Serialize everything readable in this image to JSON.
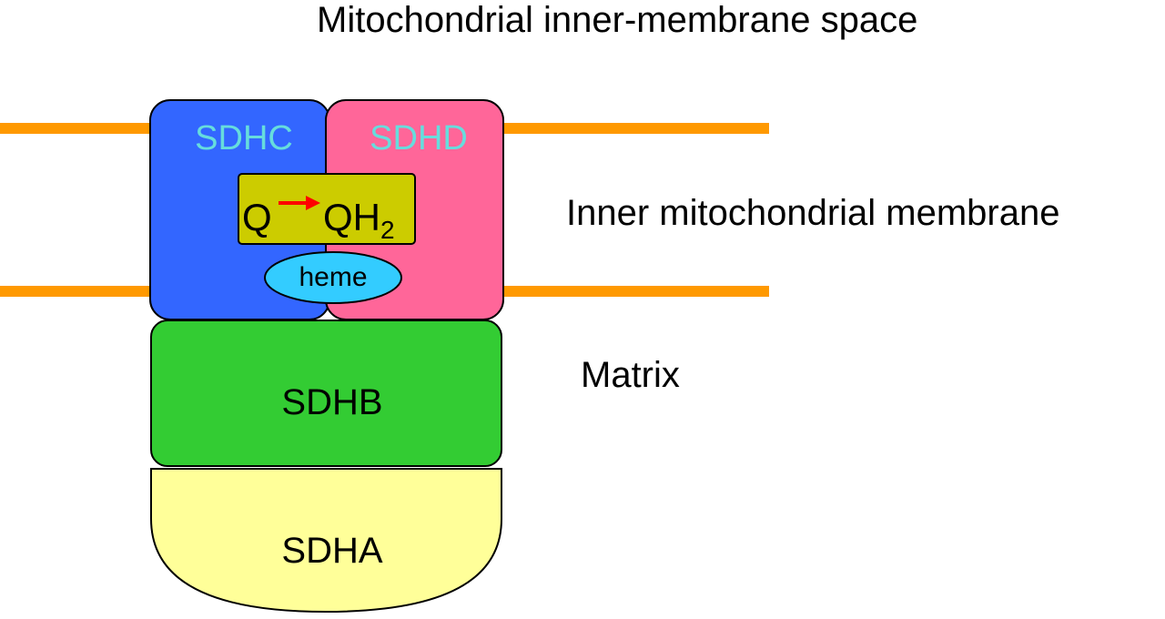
{
  "labels": {
    "intermembrane_space": "Mitochondrial inner-membrane space",
    "inner_membrane": "Inner mitochondrial membrane",
    "matrix": "Matrix"
  },
  "subunits": {
    "sdhc": "SDHC",
    "sdhd": "SDHD",
    "sdhb": "SDHB",
    "sdha": "SDHA"
  },
  "reaction": {
    "substrate": "Q",
    "product": "QH",
    "product_subscript": "2"
  },
  "heme": "heme",
  "colors": {
    "membrane": "#ff9900",
    "sdhc": "#3366ff",
    "sdhd": "#ff6699",
    "sdhb": "#33cc33",
    "sdha": "#ffff99",
    "reaction_box": "#cccc00",
    "heme": "#33ccff",
    "subunit_label_top": "#66dddd",
    "arrow": "#ff0000"
  }
}
